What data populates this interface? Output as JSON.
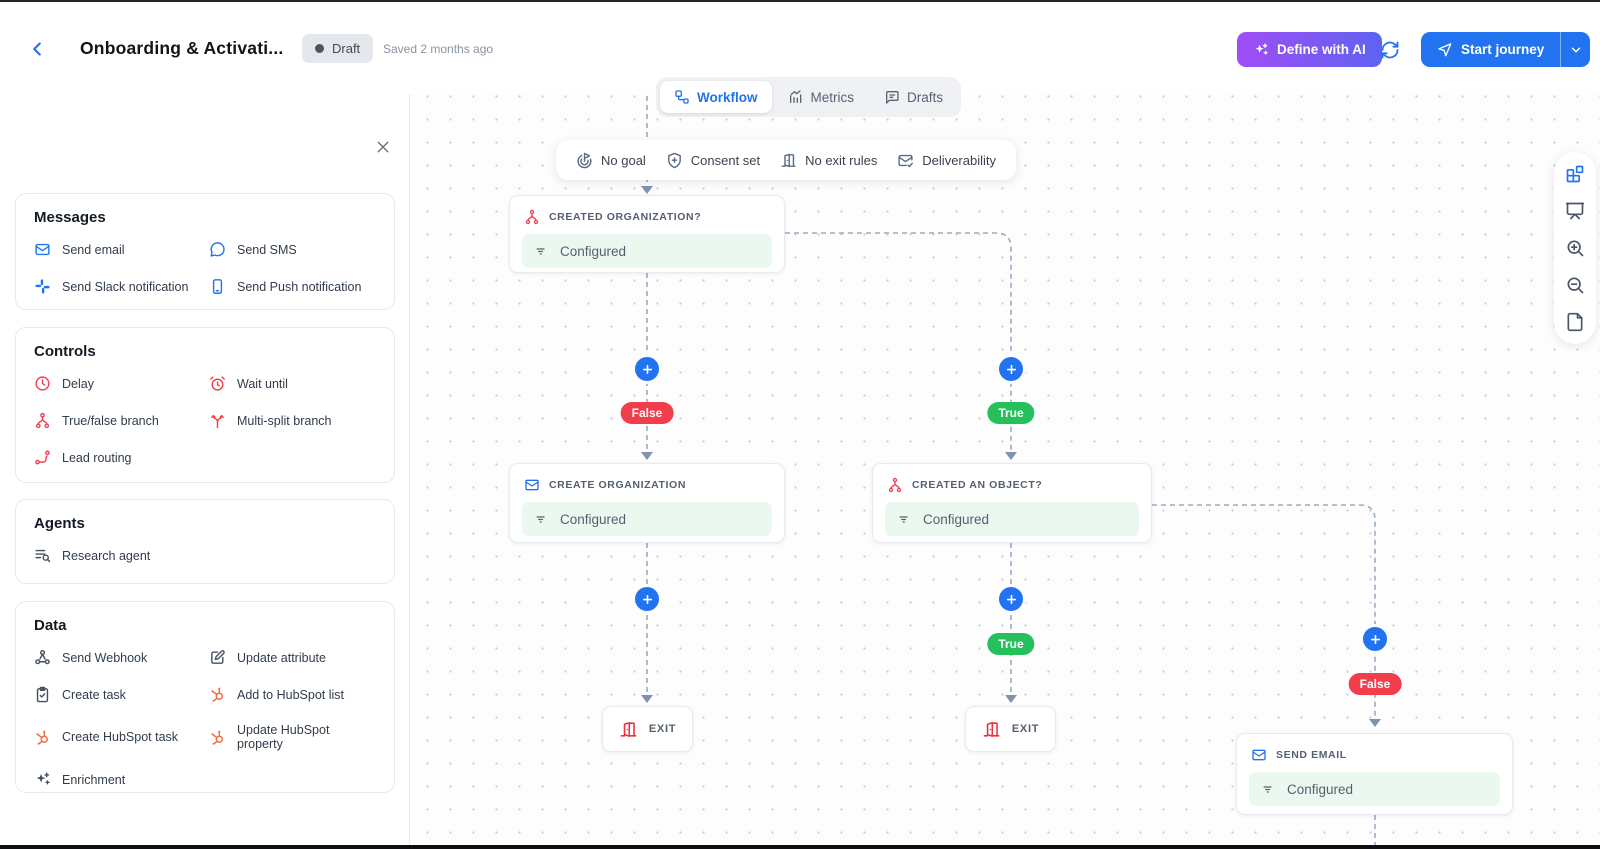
{
  "header": {
    "title": "Onboarding & Activati...",
    "status_badge": "Draft",
    "saved_text": "Saved 2 months ago",
    "define_ai_label": "Define with AI",
    "start_journey_label": "Start journey"
  },
  "tabs": [
    {
      "label": "Workflow",
      "icon": "workflow-icon",
      "active": true
    },
    {
      "label": "Metrics",
      "icon": "metrics-icon",
      "active": false
    },
    {
      "label": "Drafts",
      "icon": "drafts-icon",
      "active": false
    }
  ],
  "sidebar": {
    "sections": [
      {
        "title": "Messages",
        "items": [
          {
            "label": "Send email",
            "icon": "mail-icon",
            "color": "#2273F0"
          },
          {
            "label": "Send SMS",
            "icon": "sms-icon",
            "color": "#2273F0"
          },
          {
            "label": "Send Slack notification",
            "icon": "slack-icon",
            "color": "#2273F0"
          },
          {
            "label": "Send Push notification",
            "icon": "push-icon",
            "color": "#2273F0"
          }
        ]
      },
      {
        "title": "Controls",
        "items": [
          {
            "label": "Delay",
            "icon": "clock-icon",
            "color": "#F0404B"
          },
          {
            "label": "Wait until",
            "icon": "alarm-icon",
            "color": "#F0404B"
          },
          {
            "label": "True/false branch",
            "icon": "branch-icon",
            "color": "#F0404B"
          },
          {
            "label": "Multi-split branch",
            "icon": "split-icon",
            "color": "#F0404B"
          },
          {
            "label": "Lead routing",
            "icon": "route-icon",
            "color": "#F0404B"
          }
        ]
      },
      {
        "title": "Agents",
        "items": [
          {
            "label": "Research agent",
            "icon": "list-search-icon",
            "color": "#45505F"
          }
        ]
      },
      {
        "title": "Data",
        "items": [
          {
            "label": "Send Webhook",
            "icon": "webhook-icon",
            "color": "#45505F"
          },
          {
            "label": "Update attribute",
            "icon": "edit-icon",
            "color": "#45505F"
          },
          {
            "label": "Create task",
            "icon": "clipboard-icon",
            "color": "#45505F"
          },
          {
            "label": "Add to HubSpot list",
            "icon": "hubspot-icon",
            "color": "#F4683C"
          },
          {
            "label": "Create HubSpot task",
            "icon": "hubspot-icon",
            "color": "#F4683C"
          },
          {
            "label": "Update HubSpot property",
            "icon": "hubspot-icon",
            "color": "#F4683C"
          },
          {
            "label": "Enrichment",
            "icon": "sparkles-icon",
            "color": "#45505F"
          }
        ]
      }
    ]
  },
  "canvas": {
    "status_bar": [
      {
        "label": "No goal",
        "icon": "goal-icon"
      },
      {
        "label": "Consent set",
        "icon": "shield-plus-icon"
      },
      {
        "label": "No exit rules",
        "icon": "door-icon"
      },
      {
        "label": "Deliverability",
        "icon": "mail-check-icon"
      }
    ],
    "nodes": {
      "created_organization": {
        "title": "CREATED ORGANIZATION?",
        "icon": "branch-icon",
        "config": "Configured"
      },
      "create_organization": {
        "title": "CREATE ORGANIZATION",
        "icon": "mail-icon",
        "config": "Configured"
      },
      "created_an_object": {
        "title": "CREATED AN OBJECT?",
        "icon": "branch-icon",
        "config": "Configured"
      },
      "exit_left": {
        "title": "EXIT",
        "icon": "door-icon"
      },
      "exit_right": {
        "title": "EXIT",
        "icon": "door-icon"
      },
      "send_email": {
        "title": "SEND EMAIL",
        "icon": "mail-icon",
        "config": "Configured"
      }
    },
    "branch_badges": {
      "false_1": "False",
      "true_1": "True",
      "true_2": "True",
      "false_2": "False"
    },
    "colors": {
      "true_badge": "#25C05B",
      "false_badge": "#F23D4C",
      "connector": "#9AACC4",
      "configured_bg": "#EBF8F0",
      "plus_button": "#2273F0",
      "accent_blue": "#2273F0",
      "control_red": "#F0404B",
      "hubspot_orange": "#F4683C"
    }
  },
  "toolbar": [
    "blocks-icon",
    "presentation-icon",
    "zoom-in-icon",
    "zoom-out-icon",
    "file-icon"
  ]
}
